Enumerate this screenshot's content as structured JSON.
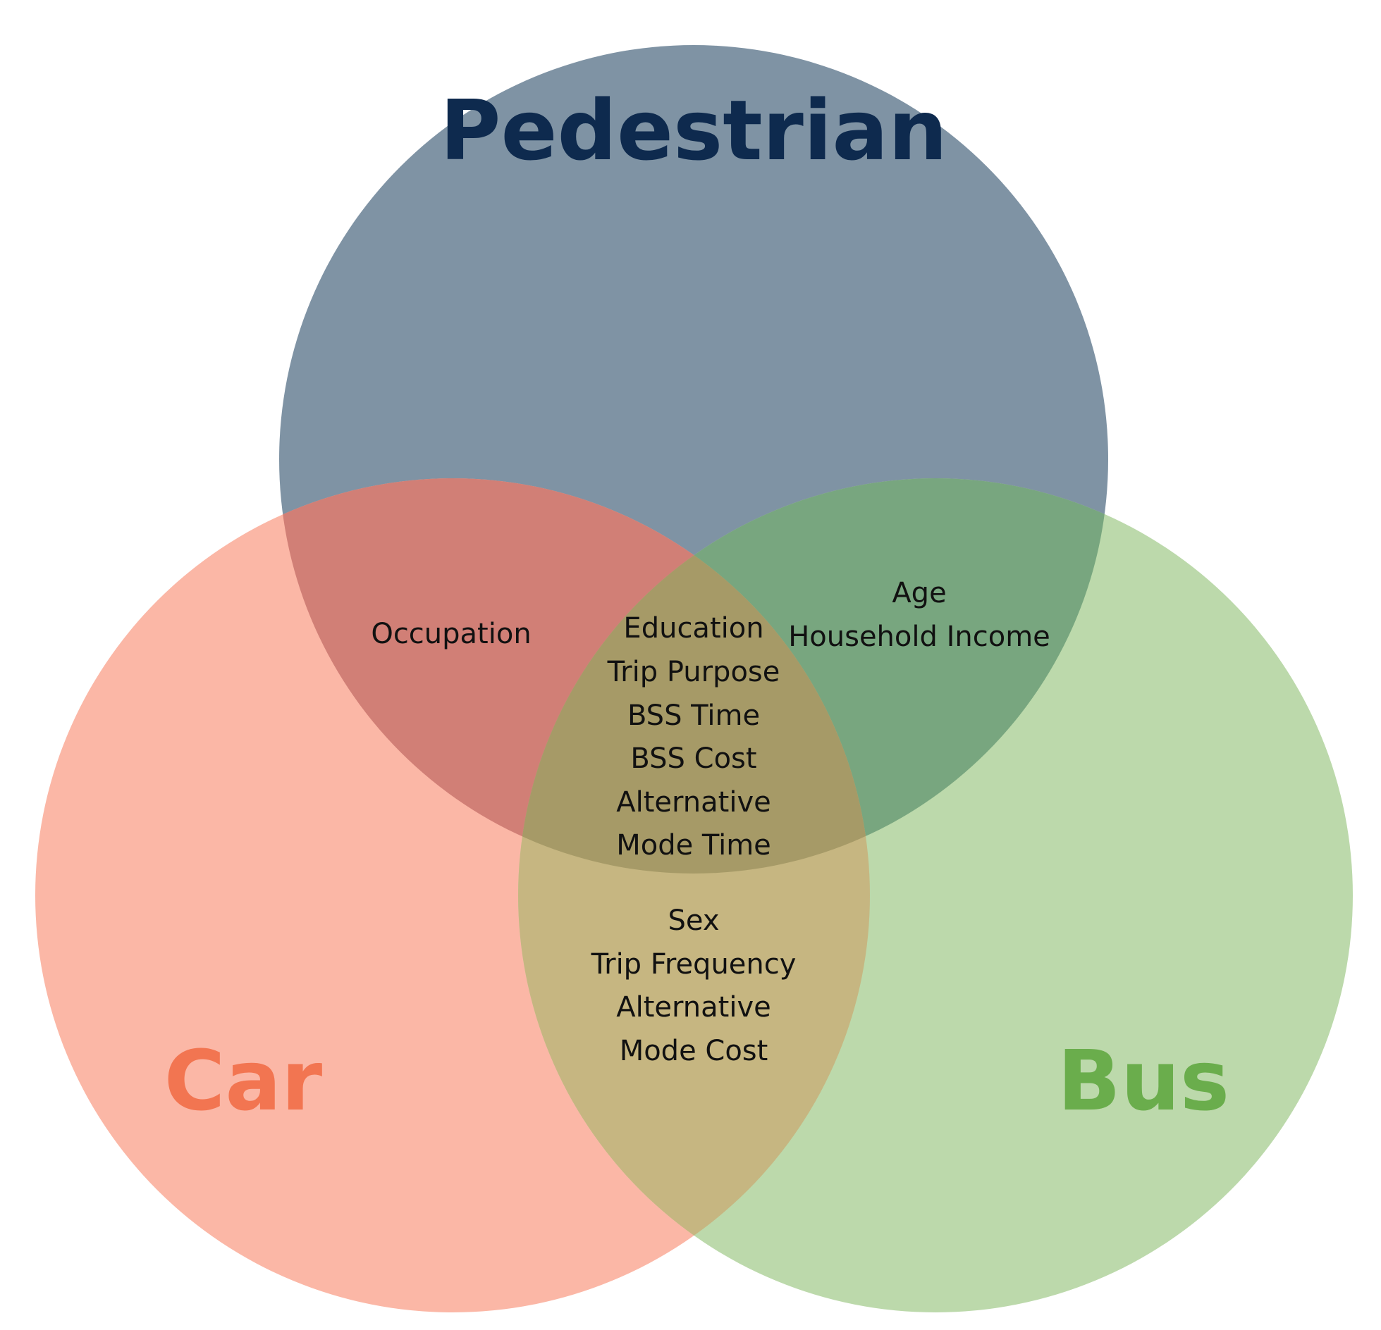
{
  "sets": {
    "pedestrian": {
      "label": "Pedestrian",
      "fill": "#7f93a4",
      "label_color": "#0e2a4e"
    },
    "car": {
      "label": "Car",
      "fill": "#fbb7a6",
      "label_color": "#f27551"
    },
    "bus": {
      "label": "Bus",
      "fill": "#bcd9ab",
      "label_color": "#6aad4c"
    }
  },
  "overlap_colors": {
    "pedestrian_car": "#d17f76",
    "pedestrian_bus": "#78a67f",
    "car_bus": "#c6b681",
    "all": "#a69a67"
  },
  "regions": {
    "pedestrian_car": [
      "Occupation"
    ],
    "pedestrian_bus": [
      "Age",
      "Household Income"
    ],
    "all": [
      "Education",
      "Trip Purpose",
      "BSS Time",
      "BSS Cost",
      "Alternative",
      "Mode Time"
    ],
    "car_bus": [
      "Sex",
      "Trip Frequency",
      "Alternative",
      "Mode Cost"
    ]
  }
}
